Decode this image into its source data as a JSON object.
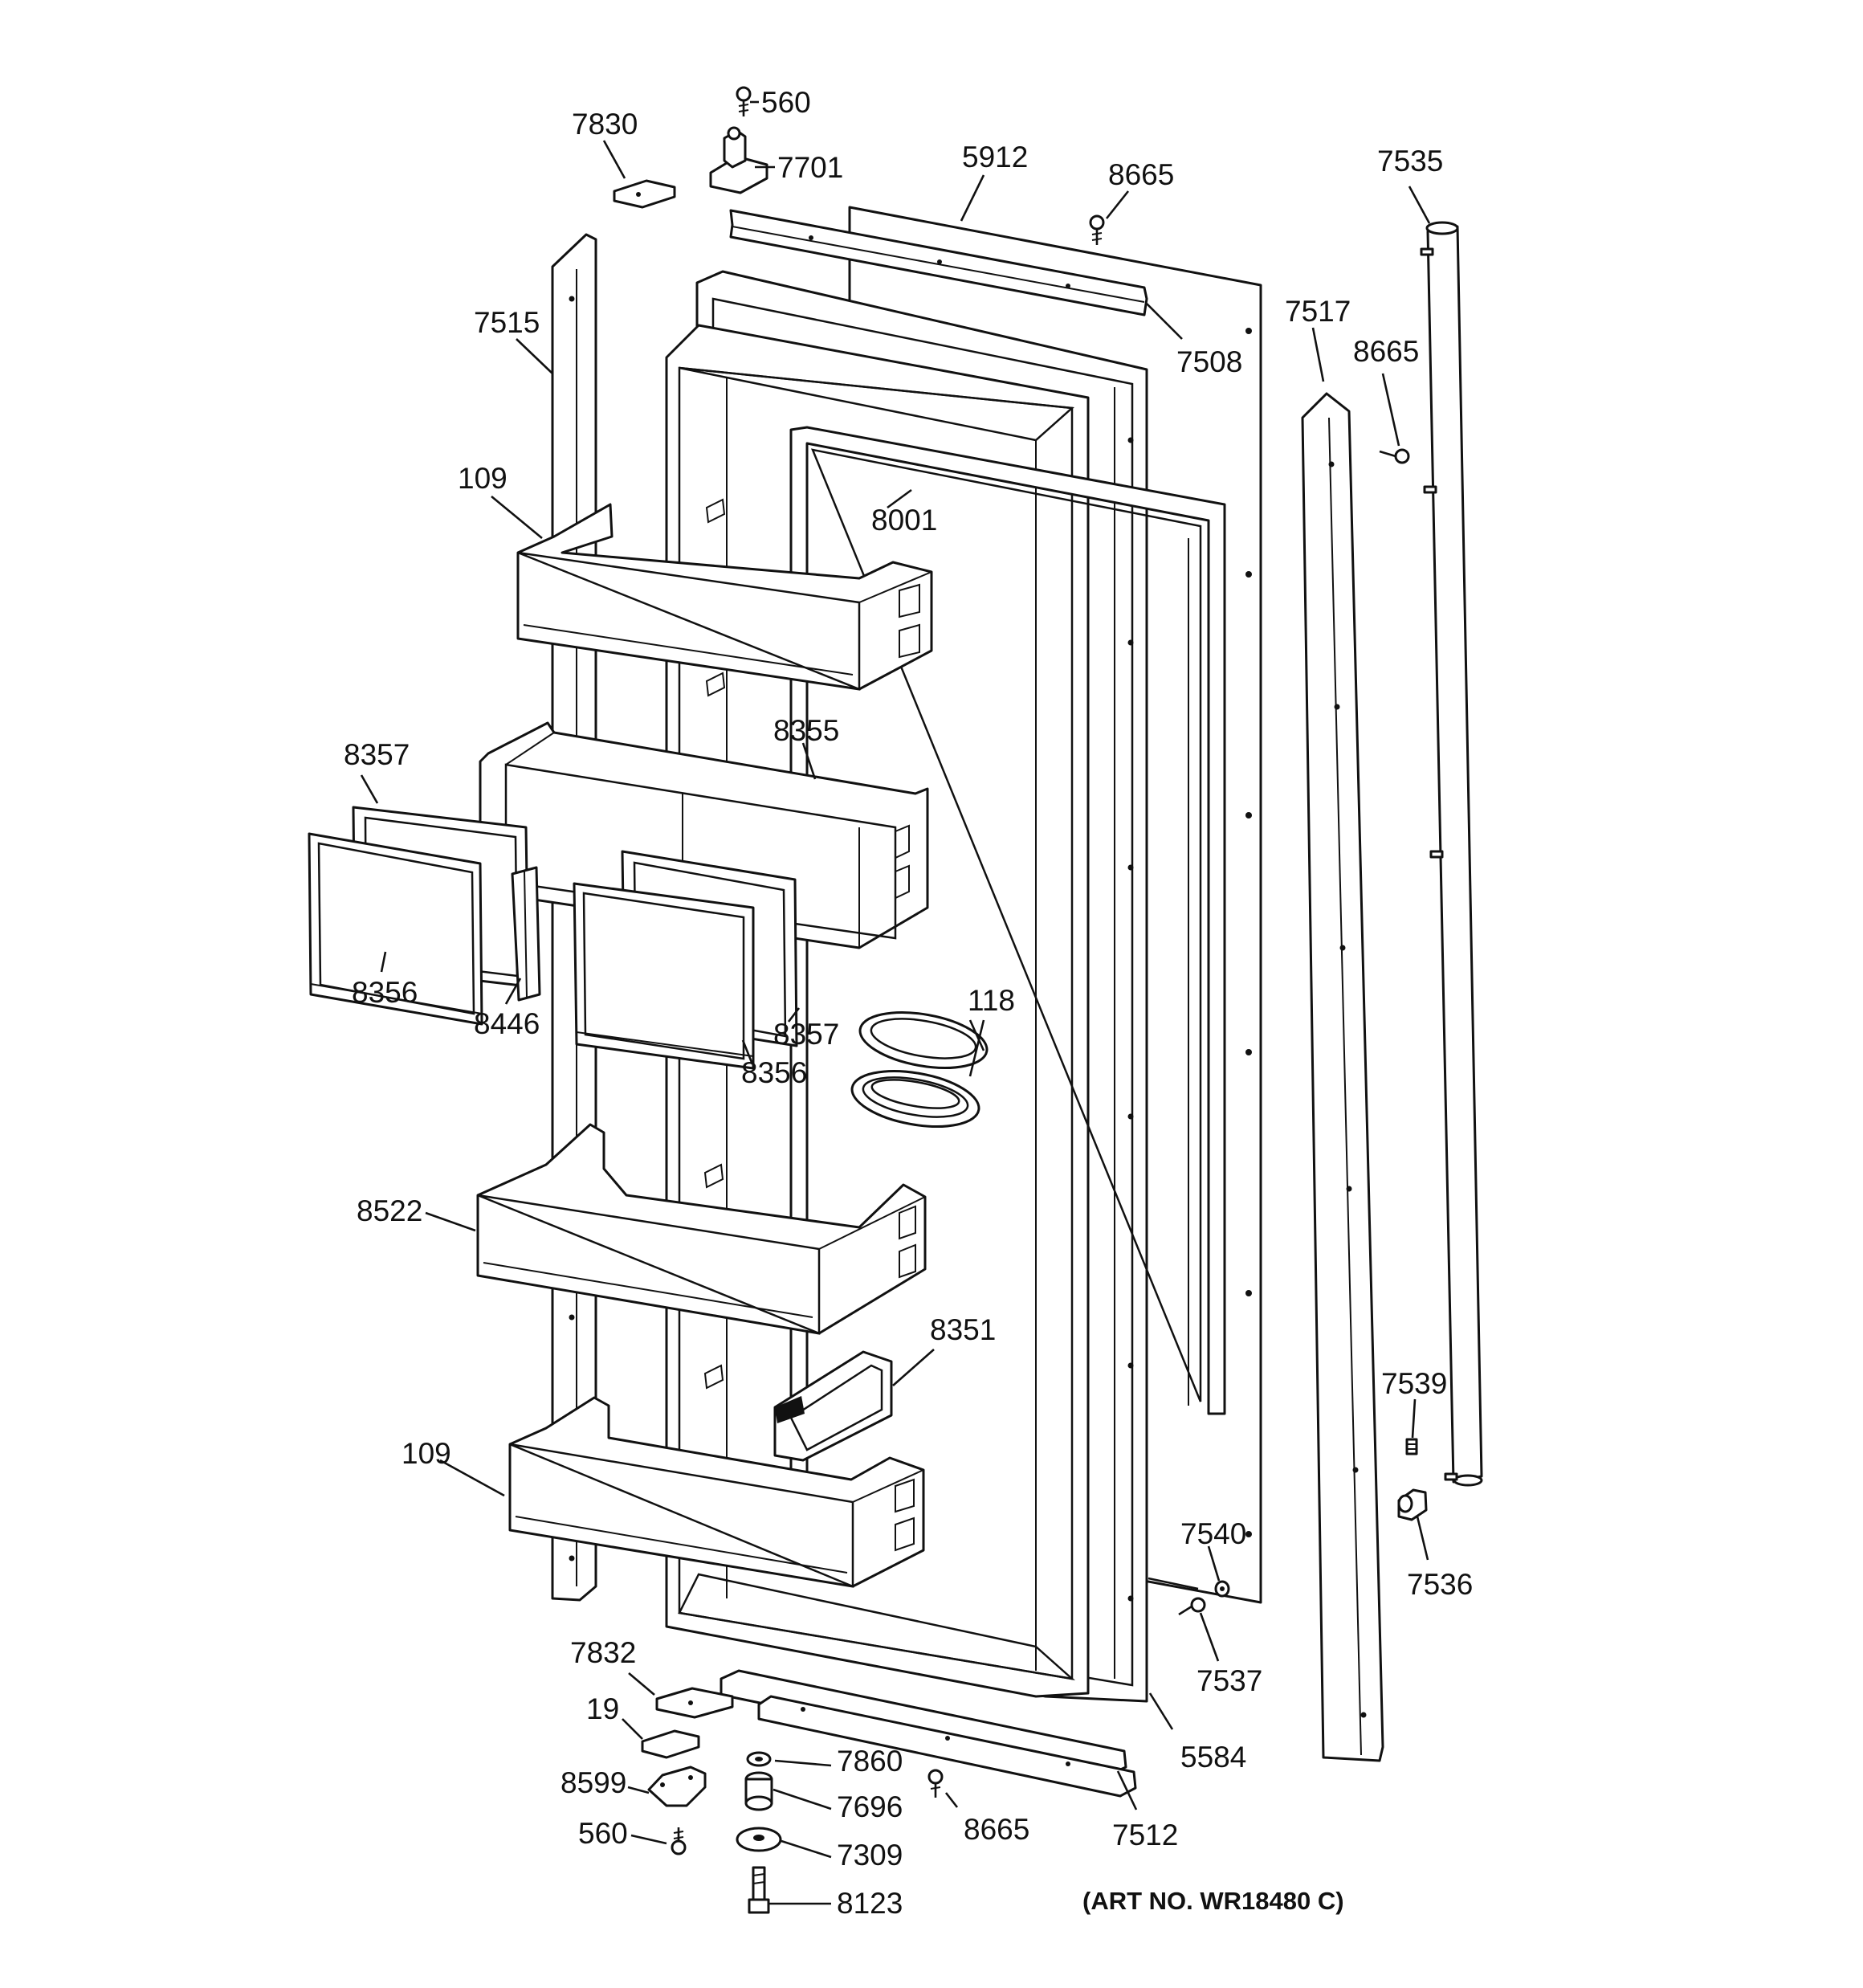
{
  "callouts": {
    "c560_top": "560",
    "c7830": "7830",
    "c7701": "7701",
    "c5912": "5912",
    "c8665_top": "8665",
    "c7535": "7535",
    "c7515": "7515",
    "c7508": "7508",
    "c7517": "7517",
    "c8665_right": "8665",
    "c109_top": "109",
    "c8001": "8001",
    "c8357_left": "8357",
    "c8355": "8355",
    "c8356_left": "8356",
    "c8446": "8446",
    "c8357_mid": "8357",
    "c8356_mid": "8356",
    "c118": "118",
    "c8522": "8522",
    "c8351": "8351",
    "c7539": "7539",
    "c109_bottom": "109",
    "c7540": "7540",
    "c7536": "7536",
    "c7537": "7537",
    "c7832": "7832",
    "c19": "19",
    "c8599": "8599",
    "c560_bottom": "560",
    "c7860": "7860",
    "c7696": "7696",
    "c7309": "7309",
    "c8123": "8123",
    "c8665_bottom": "8665",
    "c5584": "5584",
    "c7512": "7512"
  },
  "art_number": "(ART NO. WR18480 C)"
}
